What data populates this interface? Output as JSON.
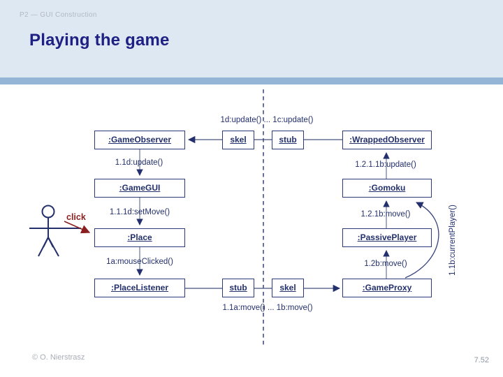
{
  "slide": {
    "course": "P2 — GUI Construction",
    "title": "Playing the game",
    "footer": {
      "copyright": "© O. Nierstrasz",
      "page": "7.52"
    }
  },
  "diagram": {
    "nodes": [
      {
        "id": "game-observer",
        "label": ":GameObserver"
      },
      {
        "id": "skel-top",
        "label": "skel"
      },
      {
        "id": "stub-top",
        "label": "stub"
      },
      {
        "id": "wrapped-observer",
        "label": ":WrappedObserver"
      },
      {
        "id": "game-gui",
        "label": ":GameGUI"
      },
      {
        "id": "gomoku",
        "label": ":Gomoku"
      },
      {
        "id": "place",
        "label": ":Place"
      },
      {
        "id": "passive-player",
        "label": ":PassivePlayer"
      },
      {
        "id": "place-listener",
        "label": ":PlaceListener"
      },
      {
        "id": "stub-bottom",
        "label": "stub"
      },
      {
        "id": "skel-bottom",
        "label": "skel"
      },
      {
        "id": "game-proxy",
        "label": ":GameProxy"
      }
    ],
    "messages": {
      "top": "1d:update() ... 1c:update()",
      "update_11d": "1.1d:update()",
      "update_1211b": "1.2.1.1b:update()",
      "setmove": "1.1.1d:setMove()",
      "move_121b": "1.2.1b:move()",
      "mouseclicked": "1a:mouseClicked()",
      "move_12b": "1.2b:move()",
      "bottom": "1.1a:move() ... 1b:move()",
      "currentplayer": "1.1b:currentPlayer()",
      "click": "click"
    },
    "colors": {
      "navy": "#23306b",
      "line": "#45527f",
      "red": "#8b1f1f",
      "bar": "#95b5d7",
      "header_bg": "#dde8f3"
    }
  }
}
